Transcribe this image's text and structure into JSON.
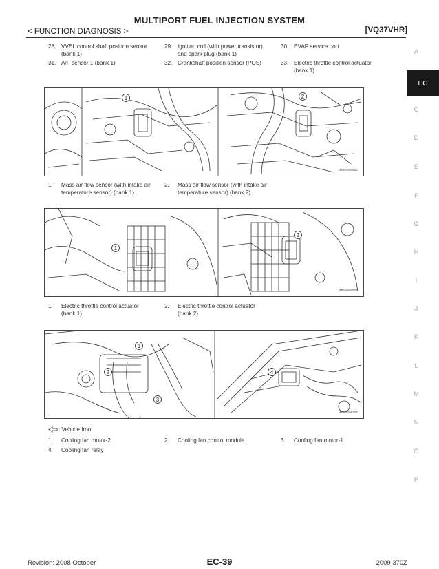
{
  "header": {
    "title": "MULTIPORT FUEL INJECTION SYSTEM",
    "section": "< FUNCTION DIAGNOSIS >",
    "model": "[VQ37VHR]"
  },
  "legend_top": [
    {
      "num": "28.",
      "text": [
        "VVEL control shaft position sensor",
        "(bank 1)"
      ]
    },
    {
      "num": "29.",
      "text": [
        "Ignition coil (with power transistor)",
        "and spark plug (bank 1)"
      ]
    },
    {
      "num": "30.",
      "text": [
        "EVAP service port"
      ]
    },
    {
      "num": "31.",
      "text": [
        "A/F sensor 1 (bank 1)"
      ]
    },
    {
      "num": "32.",
      "text": [
        "Crankshaft position sensor (POS)"
      ]
    },
    {
      "num": "33.",
      "text": [
        "Electric throttle control actuator",
        "(bank 1)"
      ]
    }
  ],
  "figures": [
    {
      "code": "JMBIA0086ZZ",
      "callouts": [
        "1",
        "2"
      ]
    },
    {
      "code": "JMBIA0085ZZ",
      "callouts": [
        "1",
        "2"
      ]
    },
    {
      "code": "JMBIA2062ZZ",
      "callouts": [
        "1",
        "2",
        "3",
        "4"
      ]
    }
  ],
  "legend_fig1": [
    {
      "num": "1.",
      "text": [
        "Mass air flow sensor (with intake air",
        "temperature sensor) (bank 1)"
      ]
    },
    {
      "num": "2.",
      "text": [
        "Mass air flow sensor (with intake air",
        "temperature sensor) (bank 2)"
      ]
    }
  ],
  "legend_fig2": [
    {
      "num": "1.",
      "text": [
        "Electric throttle control actuator",
        "(bank 1)"
      ]
    },
    {
      "num": "2.",
      "text": [
        "Electric throttle control actuator",
        "(bank 2)"
      ]
    }
  ],
  "vehicle_front": ": Vehicle front",
  "legend_fig3": [
    {
      "num": "1.",
      "text": [
        "Cooling fan motor-2"
      ]
    },
    {
      "num": "2.",
      "text": [
        "Cooling fan control module"
      ]
    },
    {
      "num": "3.",
      "text": [
        "Cooling fan motor-1"
      ]
    },
    {
      "num": "4.",
      "text": [
        "Cooling fan relay"
      ]
    }
  ],
  "index_letters": [
    "A",
    "EC",
    "C",
    "D",
    "E",
    "F",
    "G",
    "H",
    "I",
    "J",
    "K",
    "L",
    "M",
    "N",
    "O",
    "P"
  ],
  "footer": {
    "revision": "Revision: 2008 October",
    "page": "EC-39",
    "model_year": "2009 370Z"
  }
}
